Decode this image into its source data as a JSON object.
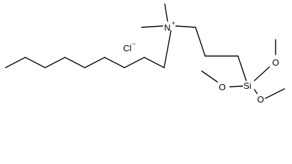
{
  "molecule": {
    "atoms": {
      "nitrogen": "N",
      "nitrogen_charge": "+",
      "chloride": "Cl",
      "chloride_charge": "−",
      "silicon": "Si",
      "oxygen_top": "O",
      "oxygen_left": "O",
      "oxygen_bottom": "O"
    }
  }
}
